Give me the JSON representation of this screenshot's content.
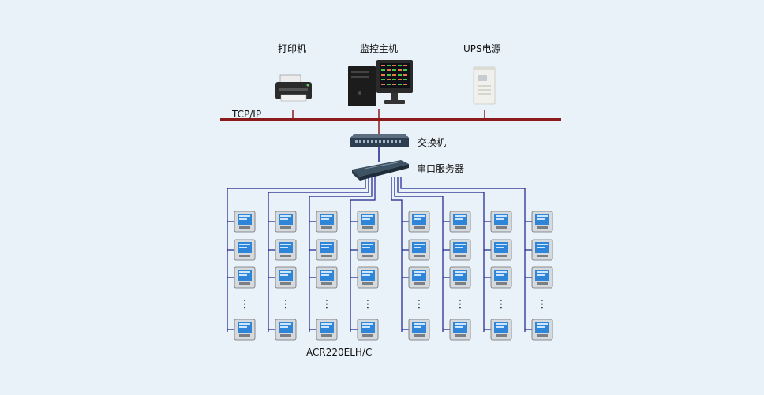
{
  "labels": {
    "printer": "打印机",
    "monitor_host": "监控主机",
    "ups": "UPS电源",
    "tcpip": "TCP/IP",
    "switch": "交换机",
    "serial_server": "串口服务器",
    "meter_model": "ACR220ELH/C"
  },
  "ellipsis": "⋮",
  "meter_columns": 8,
  "meter_rows_shown": 4,
  "colors": {
    "background": "#eaf2f9",
    "ethernet_bus": "#8b1a1a",
    "rs485_lines": "#1a1f8c",
    "meter_screen": "#2f86d8"
  }
}
